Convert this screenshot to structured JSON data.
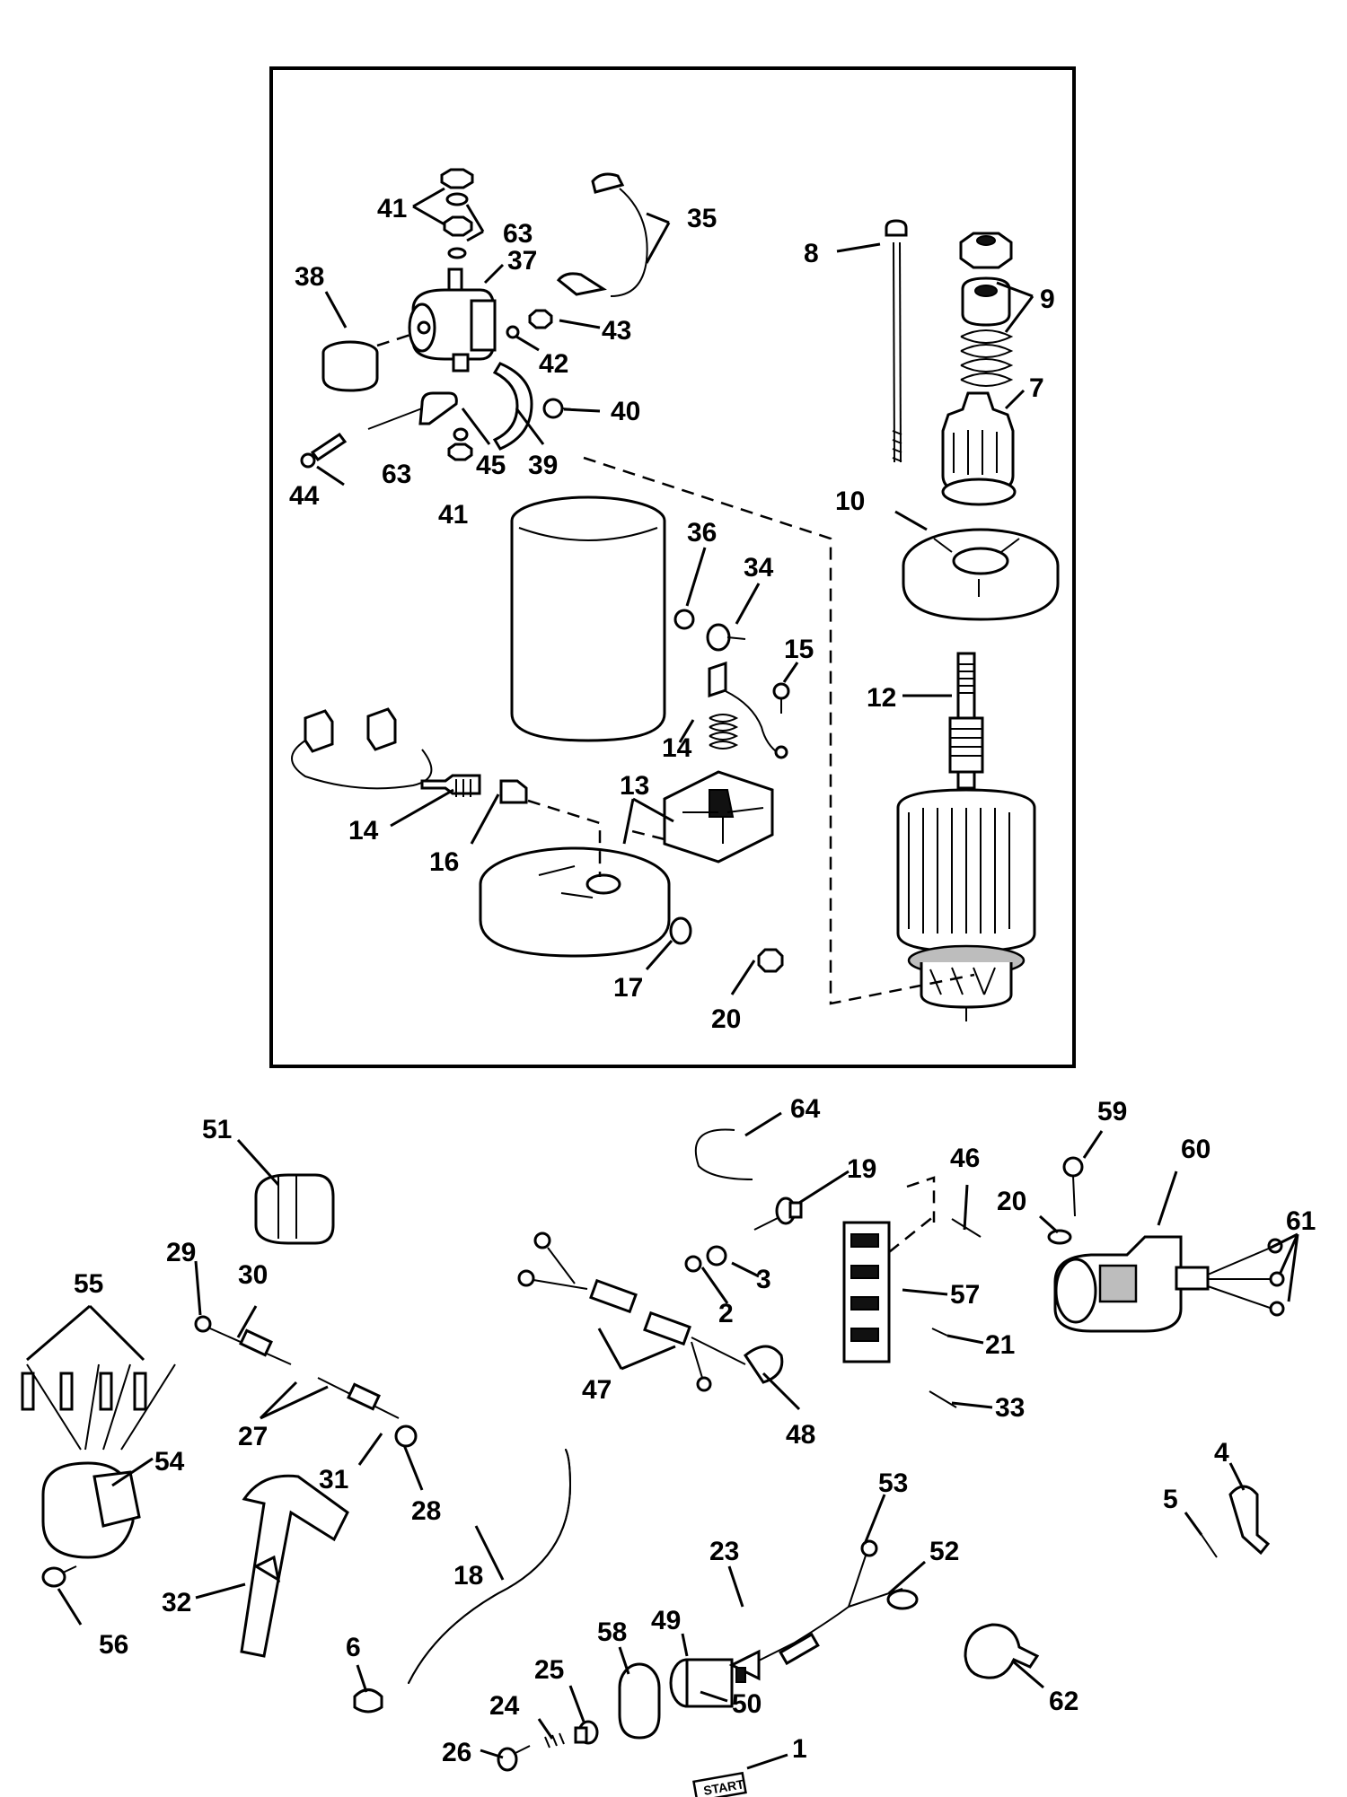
{
  "start_button_label": "START",
  "callouts": [
    {
      "id": "c41a",
      "text": "41"
    },
    {
      "id": "c63a",
      "text": "63"
    },
    {
      "id": "c37",
      "text": "37"
    },
    {
      "id": "c38",
      "text": "38"
    },
    {
      "id": "c35",
      "text": "35"
    },
    {
      "id": "c43",
      "text": "43"
    },
    {
      "id": "c42",
      "text": "42"
    },
    {
      "id": "c40",
      "text": "40"
    },
    {
      "id": "c39",
      "text": "39"
    },
    {
      "id": "c45",
      "text": "45"
    },
    {
      "id": "c63b",
      "text": "63"
    },
    {
      "id": "c41b",
      "text": "41"
    },
    {
      "id": "c44",
      "text": "44"
    },
    {
      "id": "c8",
      "text": "8"
    },
    {
      "id": "c9",
      "text": "9"
    },
    {
      "id": "c7",
      "text": "7"
    },
    {
      "id": "c10",
      "text": "10"
    },
    {
      "id": "c36",
      "text": "36"
    },
    {
      "id": "c34",
      "text": "34"
    },
    {
      "id": "c15",
      "text": "15"
    },
    {
      "id": "c12",
      "text": "12"
    },
    {
      "id": "c14a",
      "text": "14"
    },
    {
      "id": "c14b",
      "text": "14"
    },
    {
      "id": "c13",
      "text": "13"
    },
    {
      "id": "c16",
      "text": "16"
    },
    {
      "id": "c17",
      "text": "17"
    },
    {
      "id": "c20a",
      "text": "20"
    },
    {
      "id": "c51",
      "text": "51"
    },
    {
      "id": "c64",
      "text": "64"
    },
    {
      "id": "c19",
      "text": "19"
    },
    {
      "id": "c46",
      "text": "46"
    },
    {
      "id": "c59",
      "text": "59"
    },
    {
      "id": "c60",
      "text": "60"
    },
    {
      "id": "c20b",
      "text": "20"
    },
    {
      "id": "c61",
      "text": "61"
    },
    {
      "id": "c55",
      "text": "55"
    },
    {
      "id": "c29",
      "text": "29"
    },
    {
      "id": "c30",
      "text": "30"
    },
    {
      "id": "c3",
      "text": "3"
    },
    {
      "id": "c2",
      "text": "2"
    },
    {
      "id": "c57",
      "text": "57"
    },
    {
      "id": "c21",
      "text": "21"
    },
    {
      "id": "c47",
      "text": "47"
    },
    {
      "id": "c33",
      "text": "33"
    },
    {
      "id": "c27",
      "text": "27"
    },
    {
      "id": "c31",
      "text": "31"
    },
    {
      "id": "c28",
      "text": "28"
    },
    {
      "id": "c48",
      "text": "48"
    },
    {
      "id": "c54",
      "text": "54"
    },
    {
      "id": "c53",
      "text": "53"
    },
    {
      "id": "c4",
      "text": "4"
    },
    {
      "id": "c5",
      "text": "5"
    },
    {
      "id": "c23",
      "text": "23"
    },
    {
      "id": "c52",
      "text": "52"
    },
    {
      "id": "c18",
      "text": "18"
    },
    {
      "id": "c32",
      "text": "32"
    },
    {
      "id": "c49",
      "text": "49"
    },
    {
      "id": "c56",
      "text": "56"
    },
    {
      "id": "c58",
      "text": "58"
    },
    {
      "id": "c25",
      "text": "25"
    },
    {
      "id": "c6",
      "text": "6"
    },
    {
      "id": "c50",
      "text": "50"
    },
    {
      "id": "c24",
      "text": "24"
    },
    {
      "id": "c62",
      "text": "62"
    },
    {
      "id": "c26",
      "text": "26"
    },
    {
      "id": "c1",
      "text": "1"
    }
  ]
}
